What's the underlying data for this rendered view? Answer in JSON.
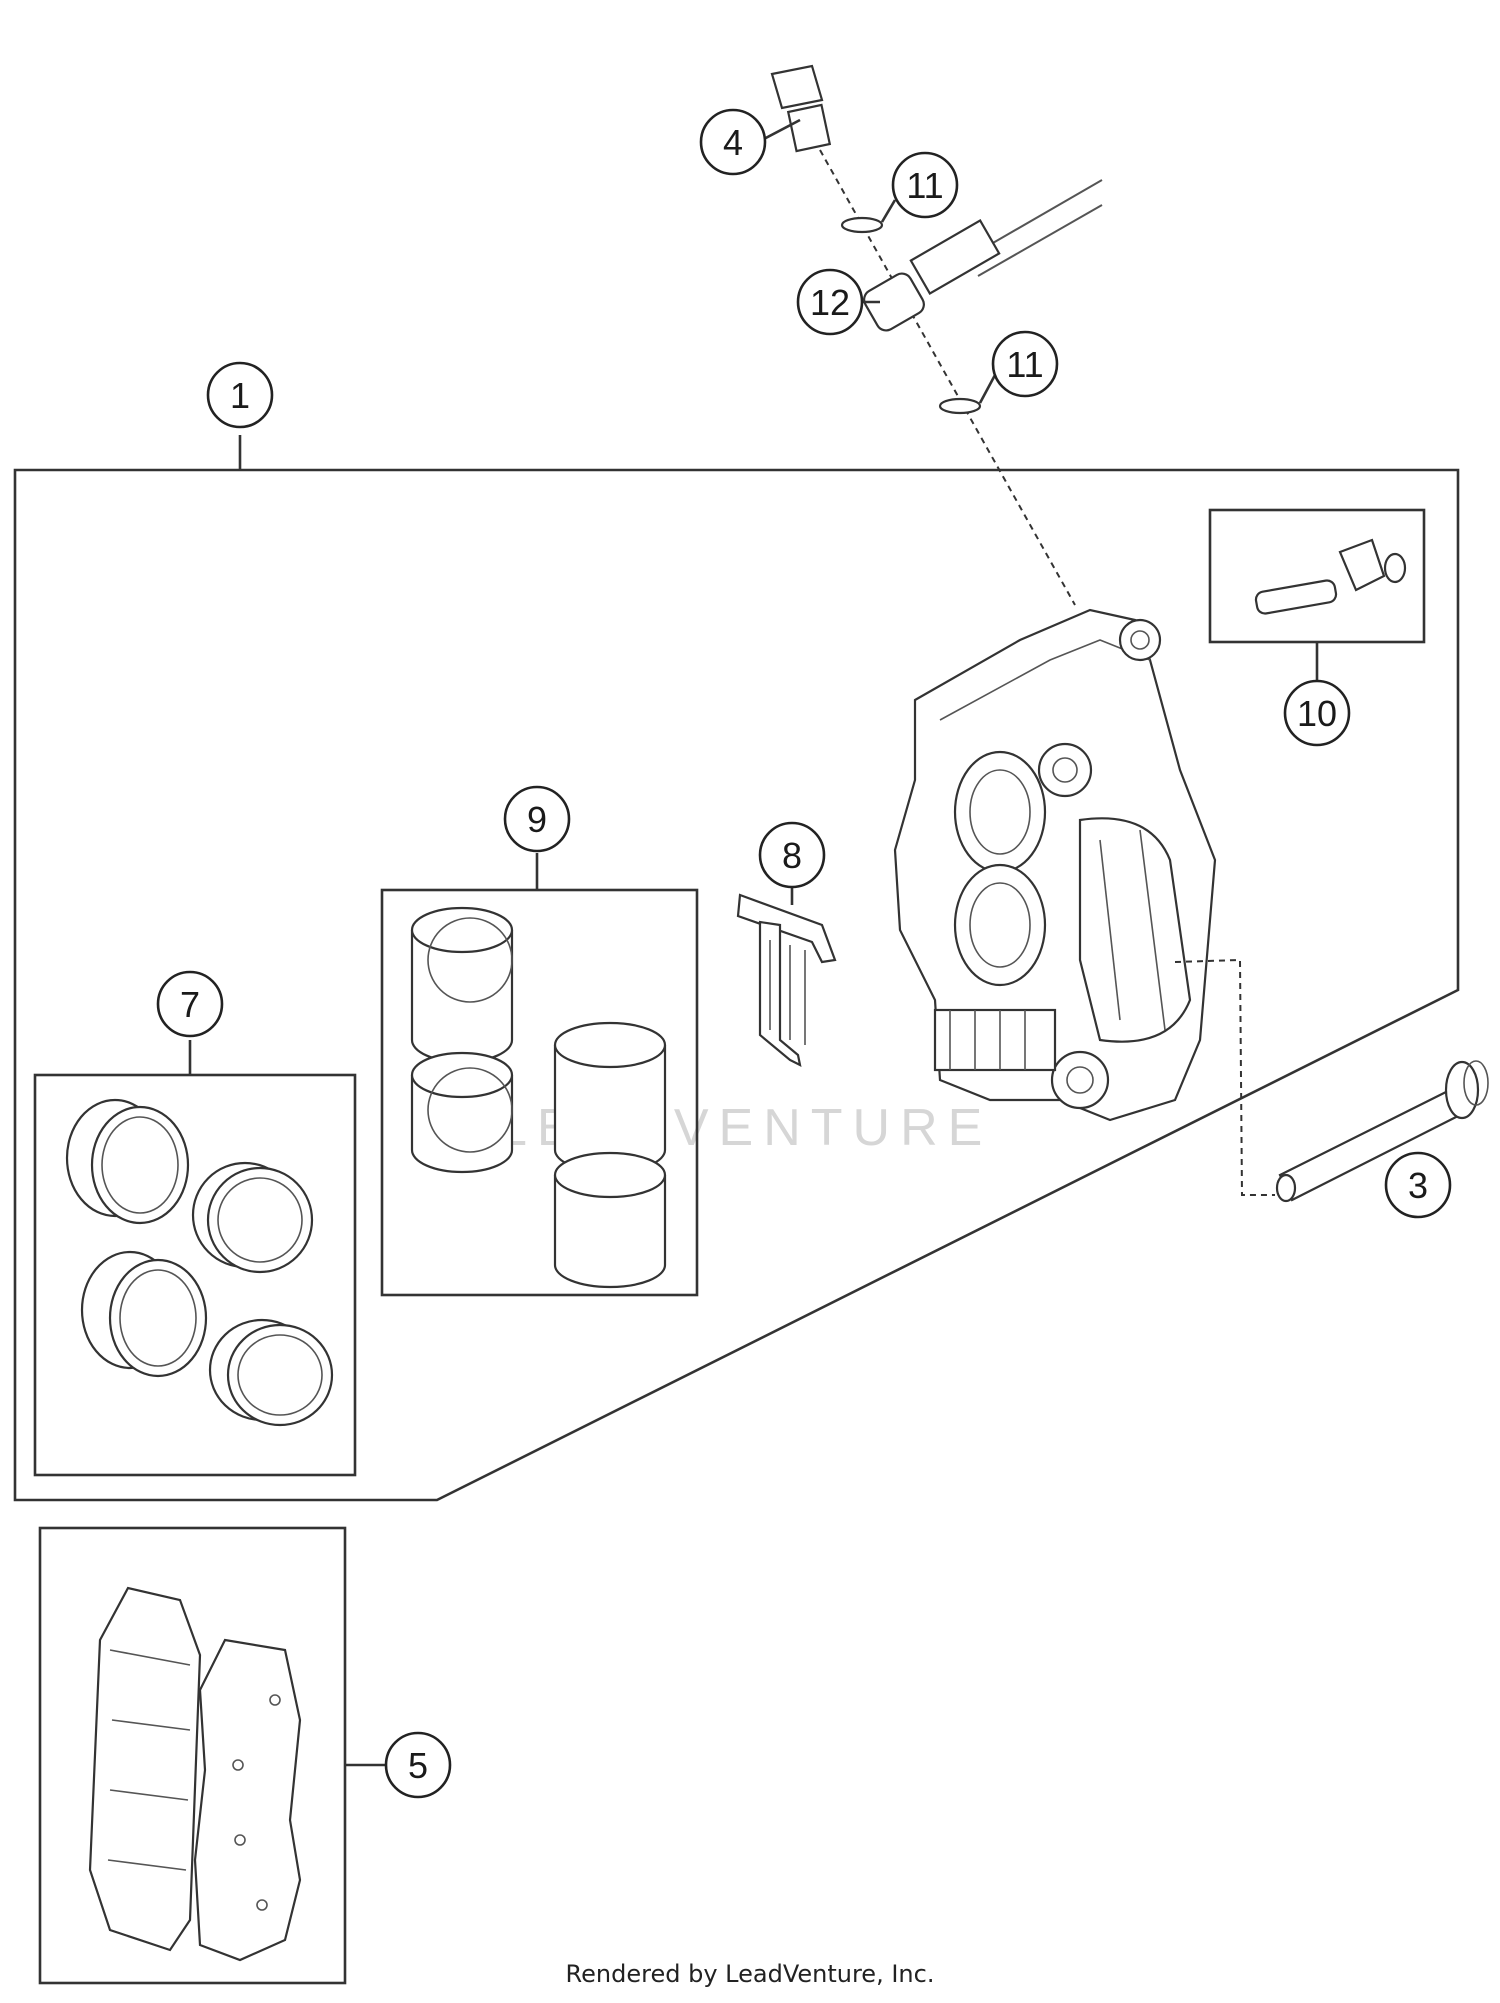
{
  "diagram": {
    "callouts": [
      "1",
      "3",
      "4",
      "5",
      "7",
      "8",
      "9",
      "10",
      "11",
      "11",
      "12"
    ],
    "watermark": "LEADVENTURE"
  },
  "footer": {
    "text": "Rendered by LeadVenture, Inc."
  }
}
